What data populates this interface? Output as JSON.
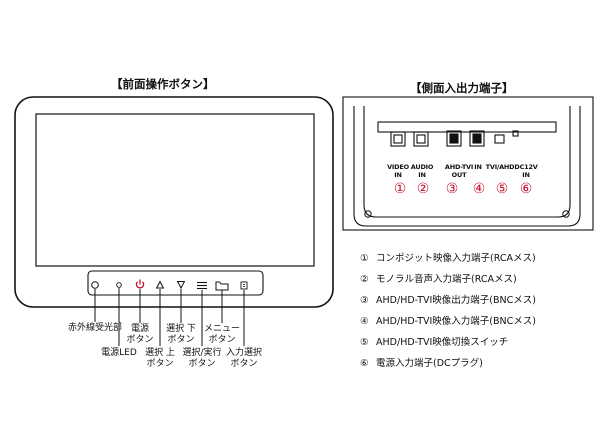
{
  "front": {
    "title": "【前面操作ボタン】",
    "labels": {
      "ir_receiver": "赤外線受光部",
      "power_led": "電源LED",
      "power_button": [
        "電源",
        "ボタン"
      ],
      "select_up": [
        "選択 上",
        "ボタン"
      ],
      "select_down": [
        "選択 下",
        "ボタン"
      ],
      "select_execute": [
        "選択/実行",
        "ボタン"
      ],
      "menu_button": [
        "メニュー",
        "ボタン"
      ],
      "input_select": [
        "入力選択",
        "ボタン"
      ]
    }
  },
  "side": {
    "title": "【側面入出力端子】",
    "ports": [
      {
        "num": "①",
        "label": [
          "VIDEO",
          "IN"
        ]
      },
      {
        "num": "②",
        "label": [
          "AUDIO",
          "IN"
        ]
      },
      {
        "num": "③",
        "label": [
          "AHD-TVI",
          "OUT"
        ]
      },
      {
        "num": "④",
        "label": [
          "",
          "IN"
        ]
      },
      {
        "num": "⑤",
        "label": [
          "TVI/AHD",
          ""
        ]
      },
      {
        "num": "⑥",
        "label": [
          "DC12V",
          "IN"
        ]
      }
    ],
    "legend": [
      {
        "num": "①",
        "text": "コンポジット映像入力端子(RCAメス)"
      },
      {
        "num": "②",
        "text": "モノラル音声入力端子(RCAメス)"
      },
      {
        "num": "③",
        "text": "AHD/HD-TVI映像出力端子(BNCメス)"
      },
      {
        "num": "④",
        "text": "AHD/HD-TVI映像入力端子(BNCメス)"
      },
      {
        "num": "⑤",
        "text": "AHD/HD-TVI映像切換スイッチ"
      },
      {
        "num": "⑥",
        "text": "電源入力端子(DCプラグ)"
      }
    ]
  },
  "colors": {
    "accent_red": "#c8102e",
    "line": "#111111"
  }
}
